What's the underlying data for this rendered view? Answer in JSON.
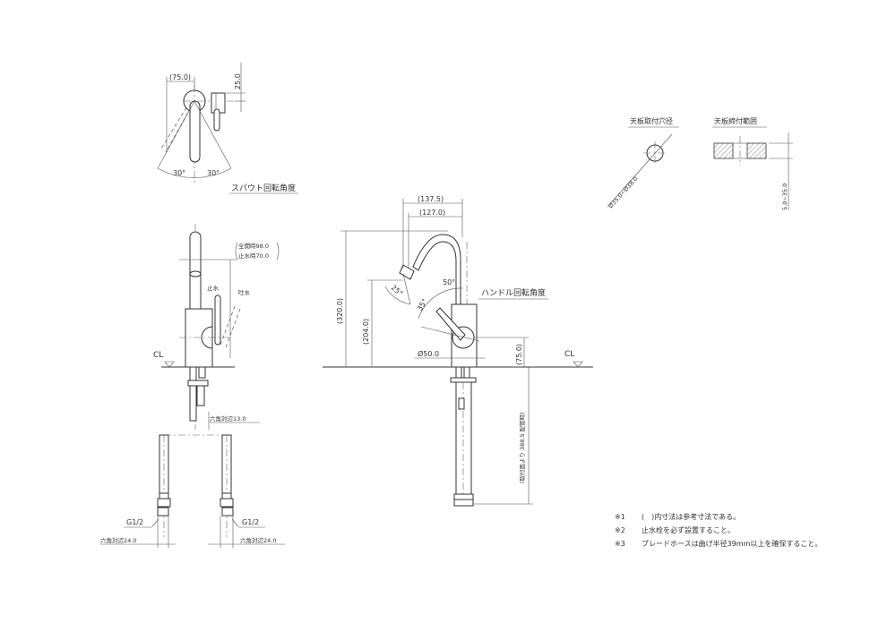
{
  "top_view": {
    "dim_width": "(75.0)",
    "dim_offset": "25.0",
    "angle_left": "30°",
    "angle_right": "30°",
    "caption": "スパウト回転角度"
  },
  "side_view": {
    "full_open": "全開時98.0",
    "closed": "止水時70.0",
    "label_stop": "止水",
    "label_flow": "吐水",
    "cl": "CL",
    "hex_small": "六角対辺13.0",
    "thread_left": "G1/2",
    "thread_right": "G1/2",
    "hex_left": "六角対辺24.0",
    "hex_right": "六角対辺24.0"
  },
  "front_view": {
    "dim_reach_outer": "(137.5)",
    "dim_reach_inner": "(127.0)",
    "dim_height": "(320.0)",
    "dim_spout_height": "(204.0)",
    "dim_diameter": "Ø50.0",
    "dim_handle_height": "(75.0)",
    "angle_50": "50°",
    "angle_35": "35°",
    "angle_25": "25°",
    "caption": "ハンドル回転角度",
    "cl": "CL",
    "dim_hose": "(取付面より 388.5 配管時)"
  },
  "mount_hole": {
    "title": "天板取付穴径",
    "dim": "Ø35.0~Ø38.0"
  },
  "clamp_range": {
    "title": "天板締付範囲",
    "dim": "5.0~35.0"
  },
  "notes": [
    {
      "mark": "※1",
      "text": "(　)内寸法は参考寸法である。"
    },
    {
      "mark": "※2",
      "text": "止水栓を必ず設置すること。"
    },
    {
      "mark": "※3",
      "text": "ブレードホースは曲げ半径39mm以上を確保すること。"
    }
  ]
}
